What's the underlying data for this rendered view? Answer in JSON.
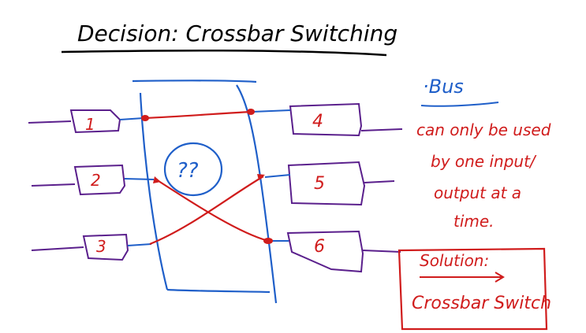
{
  "title": "Decision: Crossbar Switching",
  "inputs": [
    {
      "label": "1"
    },
    {
      "label": "2"
    },
    {
      "label": "3"
    }
  ],
  "outputs": [
    {
      "label": "4"
    },
    {
      "label": "5"
    },
    {
      "label": "6"
    }
  ],
  "question": "??",
  "notes": {
    "bus_heading": "·Bus",
    "bus_lines": [
      "can only be used",
      "by one input/",
      "output at a",
      "time."
    ],
    "solution_label": "Solution:",
    "solution_text": "Crossbar Switch"
  },
  "colors": {
    "ink": "#000000",
    "blue": "#1f5fc9",
    "purple": "#5a1f8c",
    "red": "#d01c1c"
  }
}
